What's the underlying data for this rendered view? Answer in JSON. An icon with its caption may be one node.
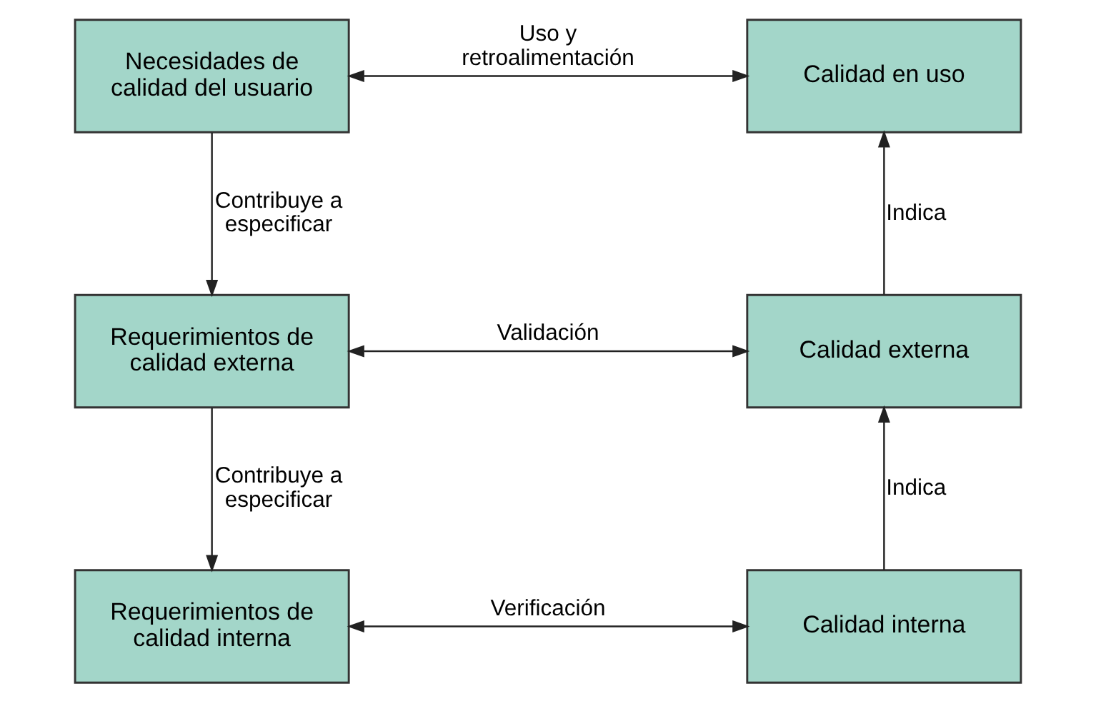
{
  "diagram": {
    "nodes": [
      {
        "text": [
          "Necesidades de calidad del usuario"
        ]
      },
      {
        "text": [
          "Calidad en uso"
        ]
      },
      {
        "text": [
          "Requerimientos de calidad externa"
        ]
      },
      {
        "text": [
          "Calidad externa"
        ]
      },
      {
        "text": [
          "Requerimientos de calidad interna"
        ]
      },
      {
        "text": [
          "Calidad interna"
        ]
      }
    ],
    "edges": [
      {
        "from": 0,
        "to": 1,
        "arrow": "both",
        "label": "Uso y retroalimentación"
      },
      {
        "from": 0,
        "to": 2,
        "arrow": "to",
        "label": "Contribuye a especificar"
      },
      {
        "from": 3,
        "to": 1,
        "arrow": "to",
        "label": "Indica"
      },
      {
        "from": 2,
        "to": 3,
        "arrow": "both",
        "label": "Validación"
      },
      {
        "from": 2,
        "to": 4,
        "arrow": "to",
        "label": "Contribuye a especificar"
      },
      {
        "from": 5,
        "to": 3,
        "arrow": "to",
        "label": "Indica"
      },
      {
        "from": 4,
        "to": 5,
        "arrow": "both",
        "label": "Verificación"
      }
    ]
  }
}
